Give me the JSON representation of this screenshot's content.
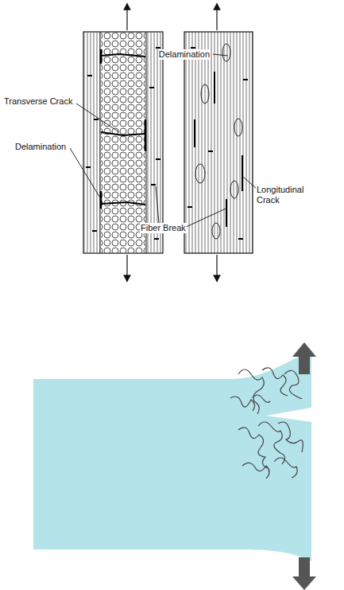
{
  "diagram": {
    "labels": [
      "Transverse Crack",
      "Delamination",
      "Fiber Break",
      "Delamination",
      "Longitudinal Crack"
    ]
  }
}
